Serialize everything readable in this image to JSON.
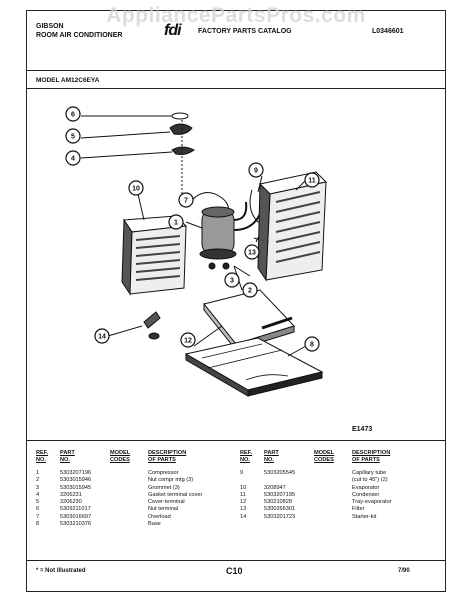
{
  "watermark": "AppliancePartsPros.com",
  "header": {
    "brand": "GIBSON",
    "product": "ROOM AIR CONDITIONER",
    "logo_text": "fdi",
    "catalog": "FACTORY PARTS CATALOG",
    "catalog_number": "L0346601"
  },
  "model_line": "MODEL AM12C6EYA",
  "diagram": {
    "code": "E1473",
    "callouts": [
      "1",
      "2",
      "3",
      "4",
      "5",
      "6",
      "7",
      "8",
      "9",
      "10",
      "11",
      "12",
      "13",
      "14"
    ]
  },
  "table": {
    "headers": {
      "ref": [
        "REF.",
        "NO."
      ],
      "part": [
        "PART",
        "NO."
      ],
      "code": [
        "MODEL",
        "CODES"
      ],
      "desc": [
        "DESCRIPTION",
        "OF PARTS"
      ]
    },
    "left_rows": [
      {
        "ref": "1",
        "part": "5303207196",
        "code": "",
        "desc": "Compressor"
      },
      {
        "ref": "2",
        "part": "5303015946",
        "code": "",
        "desc": "Nut compr mtg (3)"
      },
      {
        "ref": "3",
        "part": "5303015945",
        "code": "",
        "desc": "Grommet (3)"
      },
      {
        "ref": "4",
        "part": "3206231",
        "code": "",
        "desc": "Gasket terminal cover"
      },
      {
        "ref": "5",
        "part": "3206230",
        "code": "",
        "desc": "Cover-terminal"
      },
      {
        "ref": "6",
        "part": "5309211017",
        "code": "",
        "desc": "Nut terminal"
      },
      {
        "ref": "7",
        "part": "5303016697",
        "code": "",
        "desc": "Overload"
      },
      {
        "ref": "8",
        "part": "5303210376",
        "code": "",
        "desc": "Base"
      }
    ],
    "right_rows": [
      {
        "ref": "9",
        "part": "5303205545",
        "code": "",
        "desc": "Capillary tube",
        "desc2": "(cut to 45\") (2)"
      },
      {
        "ref": "10",
        "part": "3208947",
        "code": "",
        "desc": "Evaporator",
        "desc2": ""
      },
      {
        "ref": "11",
        "part": "5303207195",
        "code": "",
        "desc": "Condenser",
        "desc2": ""
      },
      {
        "ref": "12",
        "part": "530210828",
        "code": "",
        "desc": "Tray-evaporator",
        "desc2": ""
      },
      {
        "ref": "13",
        "part": "5300266301",
        "code": "",
        "desc": "Filter",
        "desc2": ""
      },
      {
        "ref": "14",
        "part": "5303201723",
        "code": "",
        "desc": "Starter-kit",
        "desc2": ""
      }
    ]
  },
  "footer": {
    "note": "* = Not Illustrated",
    "page": "C10",
    "date": "7/90"
  },
  "colors": {
    "ink": "#111111",
    "watermark": "#d2d2d2",
    "paper": "#ffffff"
  }
}
